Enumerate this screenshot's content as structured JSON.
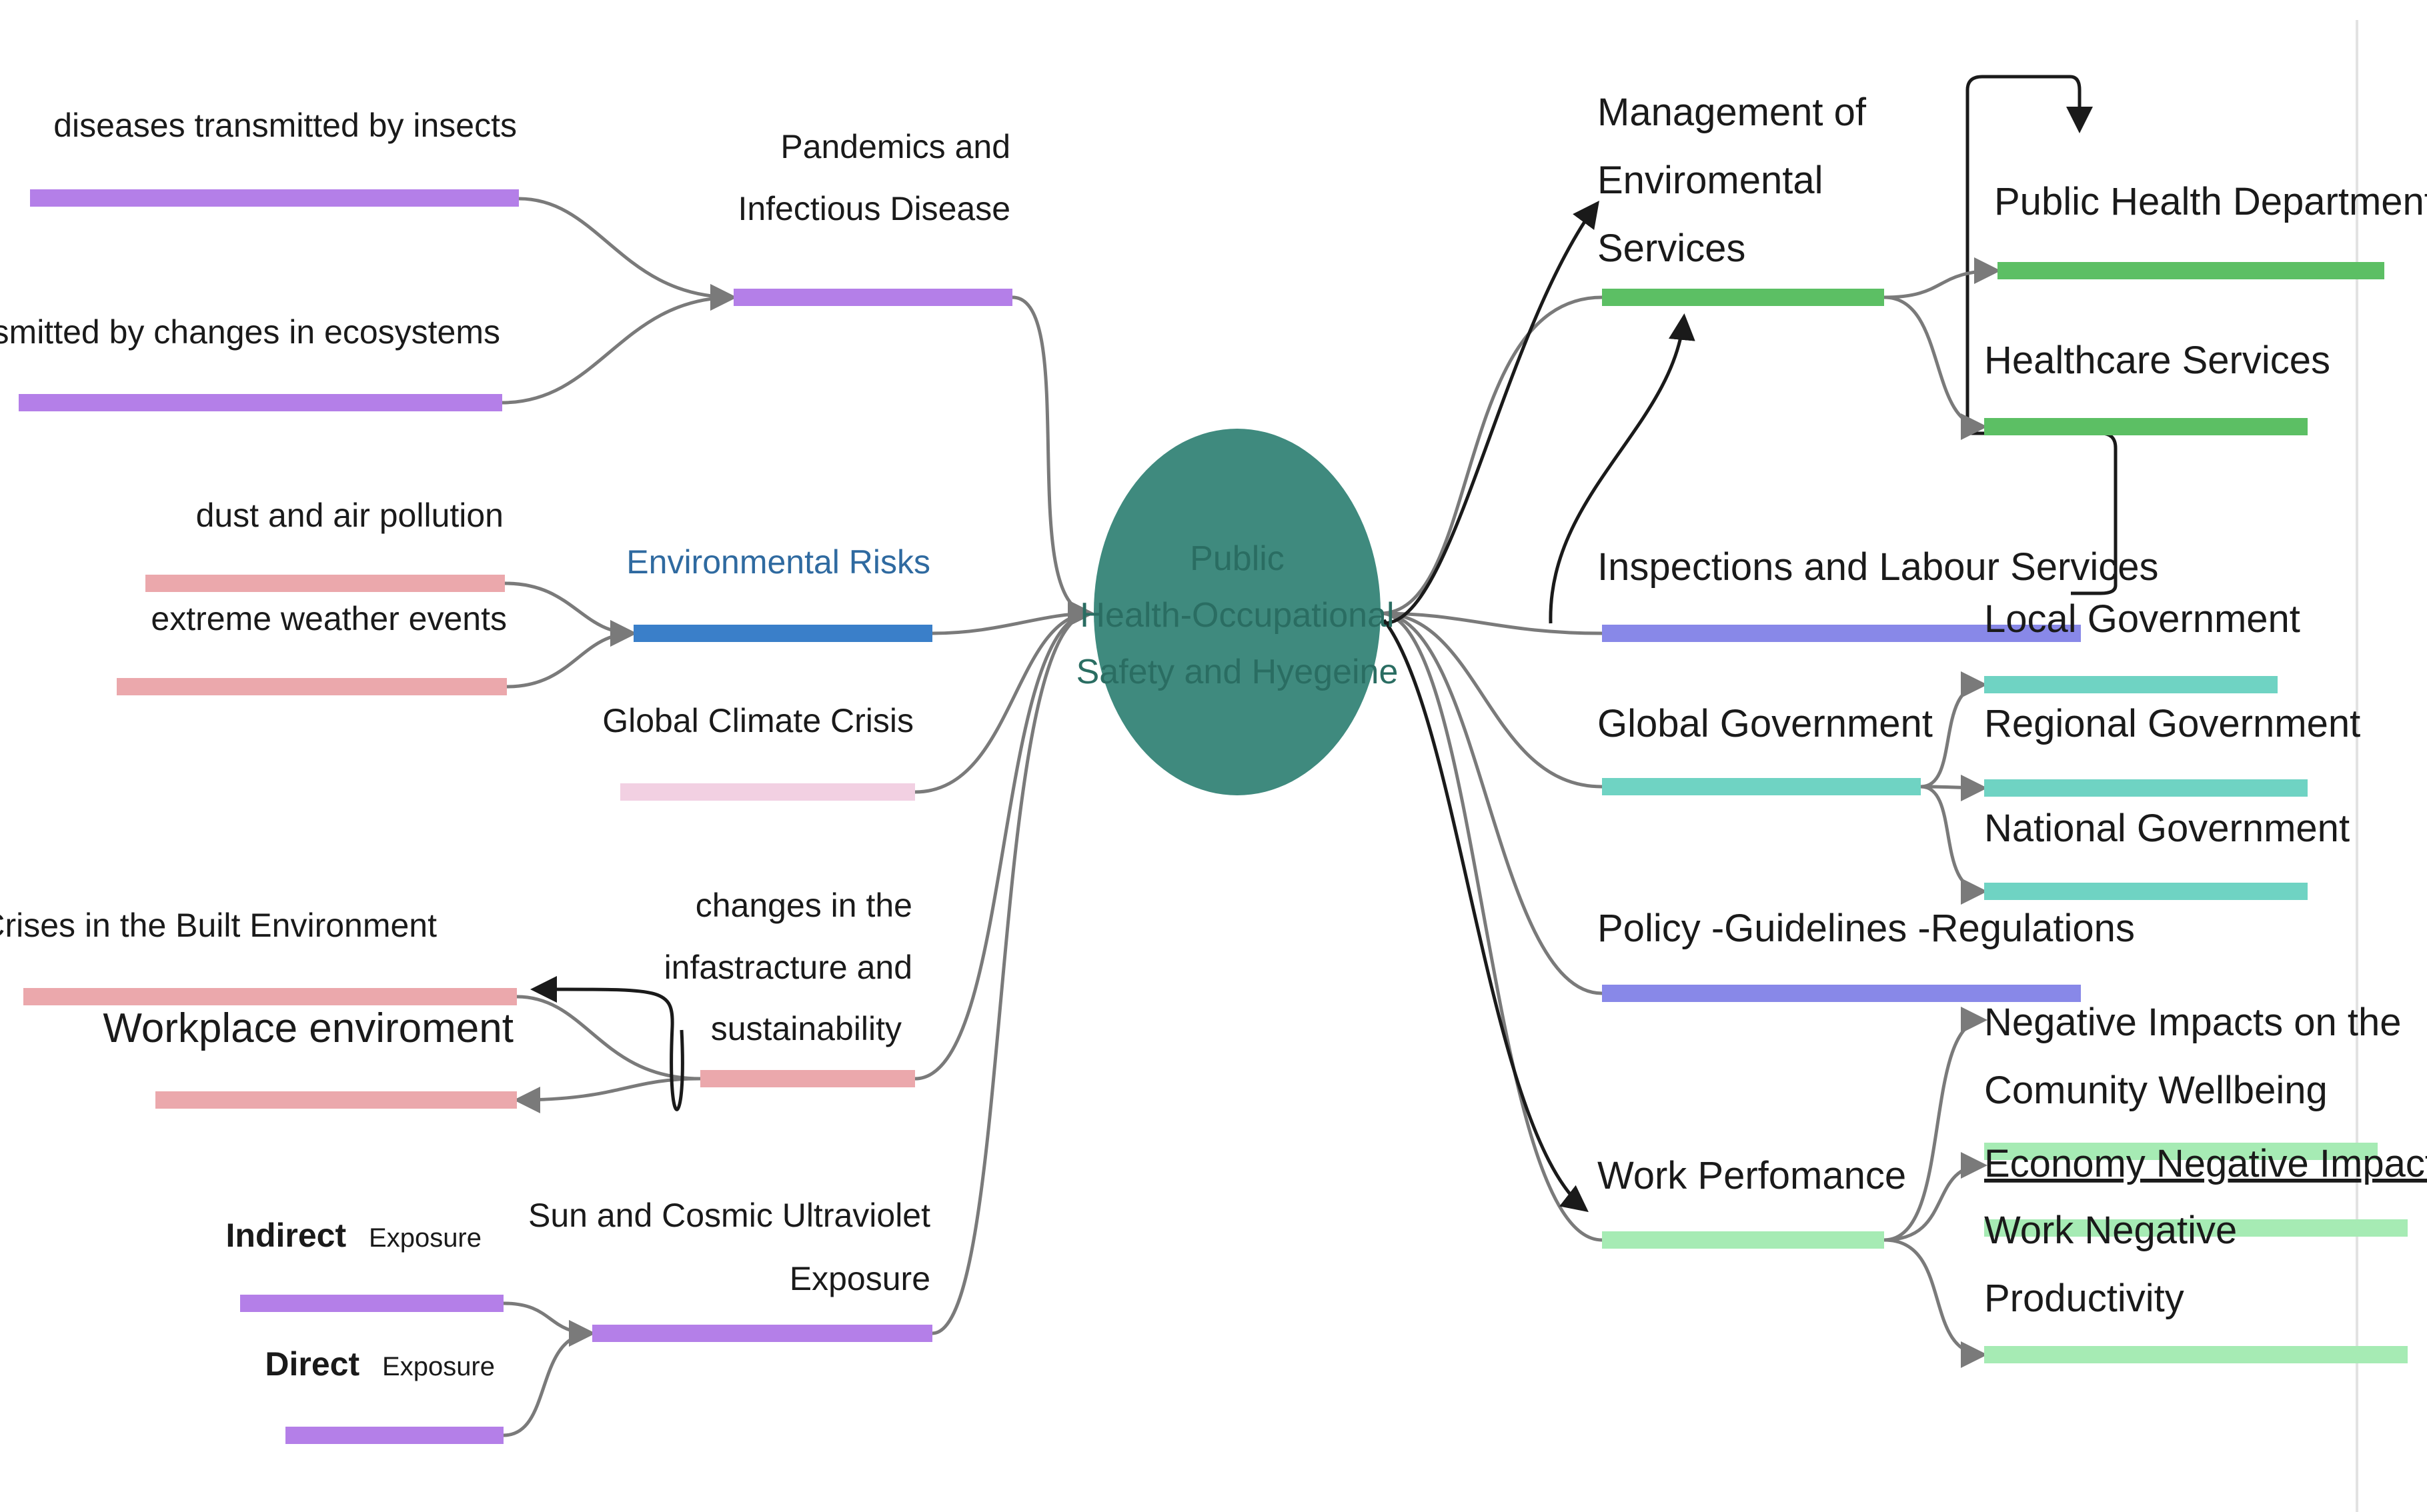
{
  "center": {
    "line1": "Public",
    "line2": "Health-Occupational",
    "line3": "Safety and Hyegeine",
    "color": "#3f8a7e"
  },
  "left": {
    "pandemics": {
      "line1": "Pandemics and",
      "line2": "Infectious Disease",
      "children": [
        "diseases transmitted by insects",
        "diseases transmitted by changes in ecosystems"
      ]
    },
    "environmental_risks": {
      "label": "Environmental Risks",
      "children": [
        "dust and air pollution",
        "extreme weather events"
      ]
    },
    "global_climate_crisis": "Global Climate Crisis",
    "infrastructure": {
      "line1": "changes  in the",
      "line2": "infastracture and",
      "line3": "sustainability",
      "children": [
        "Crises in the Built Environment",
        "Workplace enviroment"
      ]
    },
    "uv_exposure": {
      "line1": "Sun and Cosmic Ultraviolet",
      "line2": "Exposure",
      "indirect_bold": "Indirect",
      "indirect_small": "Exposure",
      "direct_bold": "Direct",
      "direct_small": "Exposure"
    }
  },
  "right": {
    "management": {
      "line1": "Management of",
      "line2": "Enviromental",
      "line3": "Services",
      "children": [
        "Public Health Department",
        "Healthcare Services"
      ]
    },
    "inspections": "Inspections and Labour Services",
    "global_government": {
      "label": "Global Government",
      "children": [
        "Local Government",
        "Regional Government",
        "National Government"
      ]
    },
    "policy": "Policy -Guidelines -Regulations",
    "work_performance": {
      "label": "Work Perfomance",
      "impacts_line1": "Negative Impacts on the",
      "impacts_line2": "Comunity Wellbeing",
      "economy": "Economy Negative Impacts",
      "work_neg_line1": "Work Negative",
      "work_neg_line2": "Productivity"
    }
  },
  "colors": {
    "purple": "#b47fe8",
    "pink": "#eba8ac",
    "light_pink": "#f2d0e2",
    "blue": "#3a7fc9",
    "green": "#5cbf64",
    "periwinkle": "#8888e8",
    "teal": "#6fd3c3",
    "light_green": "#a6ebb4",
    "connector": "#7a7a7a",
    "dark_connector": "#1a1a1a"
  }
}
